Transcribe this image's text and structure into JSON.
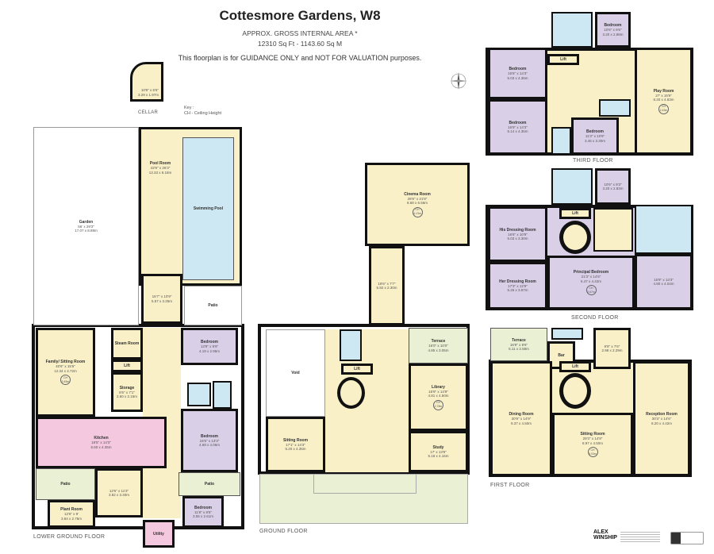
{
  "header": {
    "title": "Cottesmore Gardens, W8",
    "area_label": "APPROX. GROSS INTERNAL  AREA *",
    "area_value": "12310 Sq Ft  -  1143.60 Sq M",
    "disclaimer": "This floorplan is for GUIDANCE ONLY and NOT FOR VALUATION purposes."
  },
  "key": {
    "title": "Key :",
    "ch": "CH - Ceiling Height"
  },
  "cellar": {
    "label": "CELLAR",
    "dims_imperial": "10'8\" x 6'6\"",
    "dims_metric": "3.29 x 1.97m"
  },
  "colors": {
    "living": "#f9f0c8",
    "bedroom": "#d9d0e8",
    "kitchen": "#f4c8de",
    "bathroom": "#cde8f2",
    "outdoor": "#eaf0d3",
    "walls": "#111111"
  },
  "floors": {
    "lower_ground": {
      "label": "LOWER GROUND FLOOR",
      "rooms": [
        {
          "name": "Garden",
          "dims_imperial": "56' x 29'3\"",
          "dims_metric": "17.07 x 8.89m"
        },
        {
          "name": "Pool Room",
          "dims_imperial": "43'9\" x 26'3\"",
          "dims_metric": "13.33 x 8.18m"
        },
        {
          "name": "Swimming Pool"
        },
        {
          "name": "",
          "dims_imperial": "16'7\" x 10'9\"",
          "dims_metric": "5.57 x 3.25m"
        },
        {
          "name": "Patio"
        },
        {
          "name": "Steam Room"
        },
        {
          "name": "Lift"
        },
        {
          "name": "Storage",
          "dims_imperial": "8'6\" x 7'1\"",
          "dims_metric": "2.60 x 2.15m"
        },
        {
          "name": "Family/ Sitting Room",
          "dims_imperial": "40'6\" x 15'6\"",
          "dims_metric": "12.34 x 4.72m",
          "ch": "CH 3.45m"
        },
        {
          "name": "Kitchen",
          "dims_imperial": "18'5\" x 14'3\"",
          "dims_metric": "5.60 x 4.35m"
        },
        {
          "name": "Bedroom",
          "dims_imperial": "13'9\" x 9'9\"",
          "dims_metric": "4.19 x 2.95m"
        },
        {
          "name": "Bedroom",
          "dims_imperial": "15'5\" x 13'3\"",
          "dims_metric": "4.69 x 4.06m"
        },
        {
          "name": "Patio"
        },
        {
          "name": "Patio"
        },
        {
          "name": "",
          "dims_imperial": "12'6\" x 11'3\"",
          "dims_metric": "3.82 x 3.40m"
        },
        {
          "name": "Plant Room",
          "dims_imperial": "12'6\" x 9'",
          "dims_metric": "3.84 x 2.75m"
        },
        {
          "name": "Bedroom",
          "dims_imperial": "11'8\" x 8'6\"",
          "dims_metric": "3.55 x 2.61m"
        },
        {
          "name": "Utility"
        }
      ]
    },
    "ground": {
      "label": "GROUND FLOOR",
      "rooms": [
        {
          "name": "Cinema Room",
          "dims_imperial": "28'6\" x 21'8\"",
          "dims_metric": "8.68 x 6.56m",
          "ch": "CH 4.13m"
        },
        {
          "name": "",
          "dims_imperial": "19'6\" x 7'7\"",
          "dims_metric": "5.92 x 2.30m"
        },
        {
          "name": "Void"
        },
        {
          "name": "Sitting Room",
          "dims_imperial": "17'1\" x 14'3\"",
          "dims_metric": "5.20 x 4.35m"
        },
        {
          "name": "Terrace",
          "dims_imperial": "16'0\" x 10'0\"",
          "dims_metric": "4.85 x 3.05m"
        },
        {
          "name": "Library",
          "dims_imperial": "15'9\" x 14'9\"",
          "dims_metric": "4.81 x 4.50m",
          "ch": "CH 2.78m"
        },
        {
          "name": "Study",
          "dims_imperial": "17' x 13'9\"",
          "dims_metric": "5.18 x 4.16m"
        },
        {
          "name": "Lift"
        }
      ]
    },
    "first": {
      "label": "FIRST FLOOR",
      "rooms": [
        {
          "name": "Terrace",
          "dims_imperial": "16'9\" x 8'6\"",
          "dims_metric": "5.11 x 2.58m"
        },
        {
          "name": "Bar"
        },
        {
          "name": "",
          "dims_imperial": "9'9\" x 7'6\"",
          "dims_metric": "2.98 x 2.29m"
        },
        {
          "name": "Dining Room",
          "dims_imperial": "30'9\" x 14'9\"",
          "dims_metric": "9.37 x 4.50m"
        },
        {
          "name": "Reception Room",
          "dims_imperial": "30'3\" x 14'6\"",
          "dims_metric": "9.20 x 4.42m"
        },
        {
          "name": "Sitting Room",
          "dims_imperial": "29'3\" x 14'9\"",
          "dims_metric": "8.97 x 4.50m",
          "ch": "CH 3.03m"
        },
        {
          "name": "Lift"
        }
      ]
    },
    "second": {
      "label": "SECOND FLOOR",
      "rooms": [
        {
          "name": "",
          "dims_imperial": "10'6\" x 9'3\"",
          "dims_metric": "3.20 x 2.83m"
        },
        {
          "name": "His Dressing Room",
          "dims_imperial": "16'6\" x 10'9\"",
          "dims_metric": "5.03 x 3.30m"
        },
        {
          "name": "Her Dressing Room",
          "dims_imperial": "17'3\" x 12'9\"",
          "dims_metric": "5.26 x 3.87m"
        },
        {
          "name": "Principal Bedroom",
          "dims_imperial": "21'3\" x 14'6\"",
          "dims_metric": "6.47 x 4.42m",
          "ch": "CH 2.67m"
        },
        {
          "name": "",
          "dims_imperial": "15'9\" x 13'3\"",
          "dims_metric": "4.80 x 4.04m"
        },
        {
          "name": "Lift"
        }
      ]
    },
    "third": {
      "label": "THIRD FLOOR",
      "rooms": [
        {
          "name": "Bedroom",
          "dims_imperial": "10'6\" x 9'6\"",
          "dims_metric": "3.20 x 2.88m"
        },
        {
          "name": "Bedroom",
          "dims_imperial": "16'6\" x 14'3\"",
          "dims_metric": "5.03 x 4.36m"
        },
        {
          "name": "Bedroom",
          "dims_imperial": "16'9\" x 14'3\"",
          "dims_metric": "5.14 x 4.35m"
        },
        {
          "name": "Bedroom",
          "dims_imperial": "11'3\" x 10'9\"",
          "dims_metric": "3.46 x 3.30m"
        },
        {
          "name": "Play Room",
          "dims_imperial": "27' x 15'9\"",
          "dims_metric": "8.20 x 4.83m",
          "ch": "CH 2.43m"
        },
        {
          "name": "Lift"
        }
      ]
    }
  },
  "branding": {
    "logo": "ALEX WINSHIP"
  }
}
